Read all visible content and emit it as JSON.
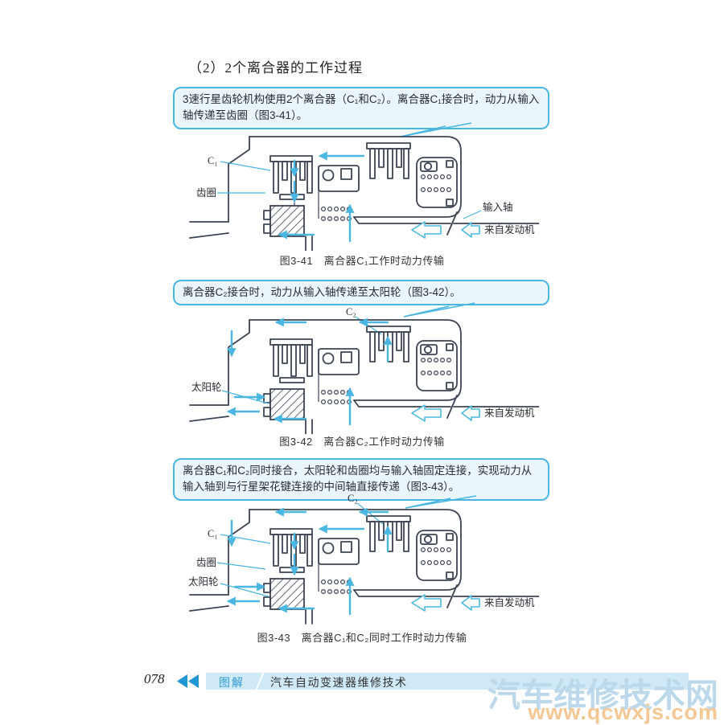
{
  "page": {
    "heading": "（2）2个离合器的工作过程"
  },
  "notes": {
    "note1": "3速行星齿轮机构使用2个离合器（C₁和C₂）。离合器C₁接合时，动力从输入轴传递至齿圈（图3-41）。",
    "note2": "离合器C₂接合时，动力从输入轴传递至太阳轮（图3-42）。",
    "note3": "离合器C₁和C₂同时接合，太阳轮和齿圈均与输入轴固定连接，实现动力从输入轴到与行星架花键连接的中间轴直接传递（图3-43）。"
  },
  "figures": {
    "fig1": {
      "caption": "图3-41　离合器C₁工作时动力传输",
      "labels": {
        "clutch_c1": "C₁",
        "ring_gear": "齿圈",
        "input_shaft": "输入轴",
        "from_engine": "来自发动机"
      }
    },
    "fig2": {
      "caption": "图3-42　离合器C₂工作时动力传输",
      "labels": {
        "clutch_c2": "C₂",
        "sun_gear": "太阳轮",
        "from_engine": "来自发动机"
      }
    },
    "fig3": {
      "caption": "图3-43　离合器C₁和C₂同时工作时动力传输",
      "labels": {
        "clutch_c2": "C₂",
        "clutch_c1": "C₁",
        "ring_gear": "齿圈",
        "sun_gear": "太阳轮",
        "from_engine": "来自发动机"
      }
    }
  },
  "footer": {
    "page_number": "078",
    "series_label": "图解",
    "book_title": "汽车自动变速器维修技术"
  },
  "watermark": {
    "site_name": "汽车维修技术网",
    "site_url": "www.qcwxjs.com"
  },
  "colors": {
    "accent_cyan": "#49b7e2",
    "note_fill": "#eaf6fc",
    "diagram_outline": "#3c4454",
    "footer_bar": "#cfe9f7",
    "watermark_blue": "#bcd9ec",
    "watermark_orange": "#f4c793"
  }
}
